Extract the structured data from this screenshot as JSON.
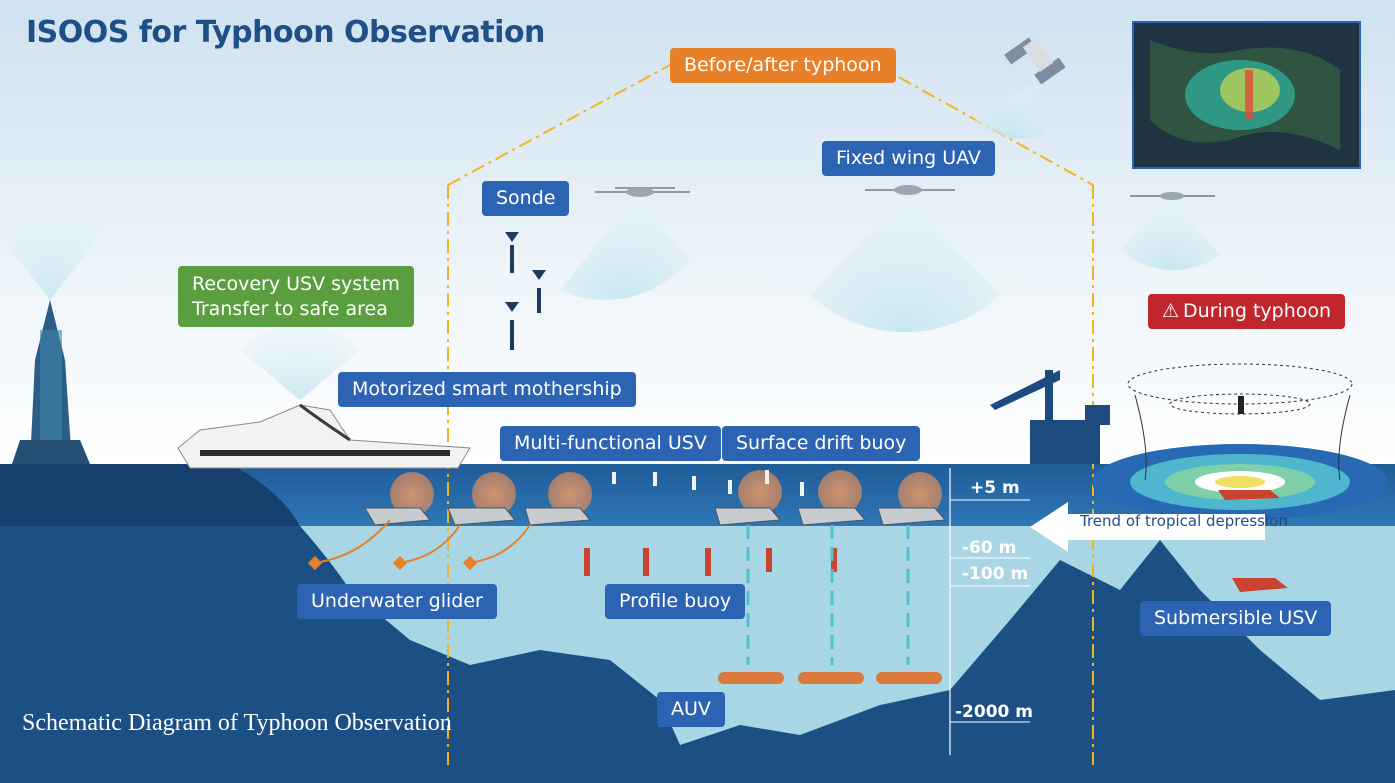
{
  "title": "ISOOS for Typhoon Observation",
  "caption": "Schematic Diagram of Typhoon Observation",
  "labels": {
    "before_after": "Before/after typhoon",
    "fixed_wing": "Fixed wing UAV",
    "sonde": "Sonde",
    "recovery_line1": "Recovery USV system",
    "recovery_line2": "Transfer to safe area",
    "during": "During typhoon",
    "mothership": "Motorized smart mothership",
    "multi_usv": "Multi-functional USV",
    "drift_buoy": "Surface drift buoy",
    "glider": "Underwater glider",
    "profile_buoy": "Profile buoy",
    "auv": "AUV",
    "submersible": "Submersible USV",
    "trend": "Trend of tropical depression"
  },
  "depths": {
    "plus5": "+5 m",
    "minus60": "-60 m",
    "minus100": "-100 m",
    "minus2000": "-2000 m"
  },
  "colors": {
    "title": "#1f4f86",
    "label_blue": "#2d63b3",
    "label_green": "#5a9e3f",
    "label_orange": "#e8802a",
    "label_red": "#c0262c",
    "dash_orange": "#f2b320"
  }
}
